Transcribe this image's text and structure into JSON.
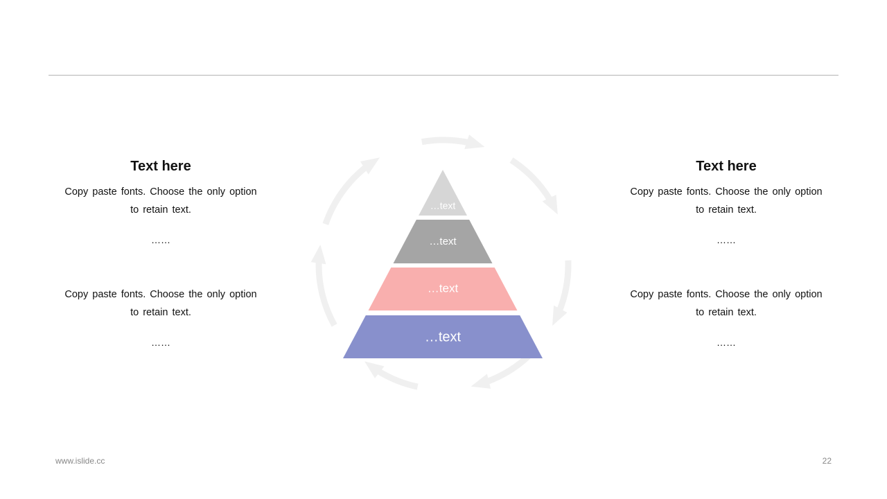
{
  "left_column": {
    "title": "Text here",
    "block1": {
      "body": "Copy paste fonts. Choose the only option to retain text.",
      "ellipsis": "……"
    },
    "block2": {
      "body": "Copy paste fonts. Choose the only option to retain text.",
      "ellipsis": "……"
    }
  },
  "right_column": {
    "title": "Text here",
    "block1": {
      "body": "Copy paste fonts. Choose the only option to retain text.",
      "ellipsis": "……"
    },
    "block2": {
      "body": "Copy paste fonts. Choose the only option to retain text.",
      "ellipsis": "……"
    }
  },
  "pyramid": {
    "levels": [
      {
        "label": "…text",
        "color": "#d6d6d6"
      },
      {
        "label": "…text",
        "color": "#a5a5a5"
      },
      {
        "label": "…text",
        "color": "#f9afae"
      },
      {
        "label": "…text",
        "color": "#8890cc"
      }
    ],
    "cycle_arrow_color": "#f0f0f0",
    "label_color": "#ffffff"
  },
  "footer": {
    "url": "www.islide.cc",
    "page_number": "22"
  }
}
